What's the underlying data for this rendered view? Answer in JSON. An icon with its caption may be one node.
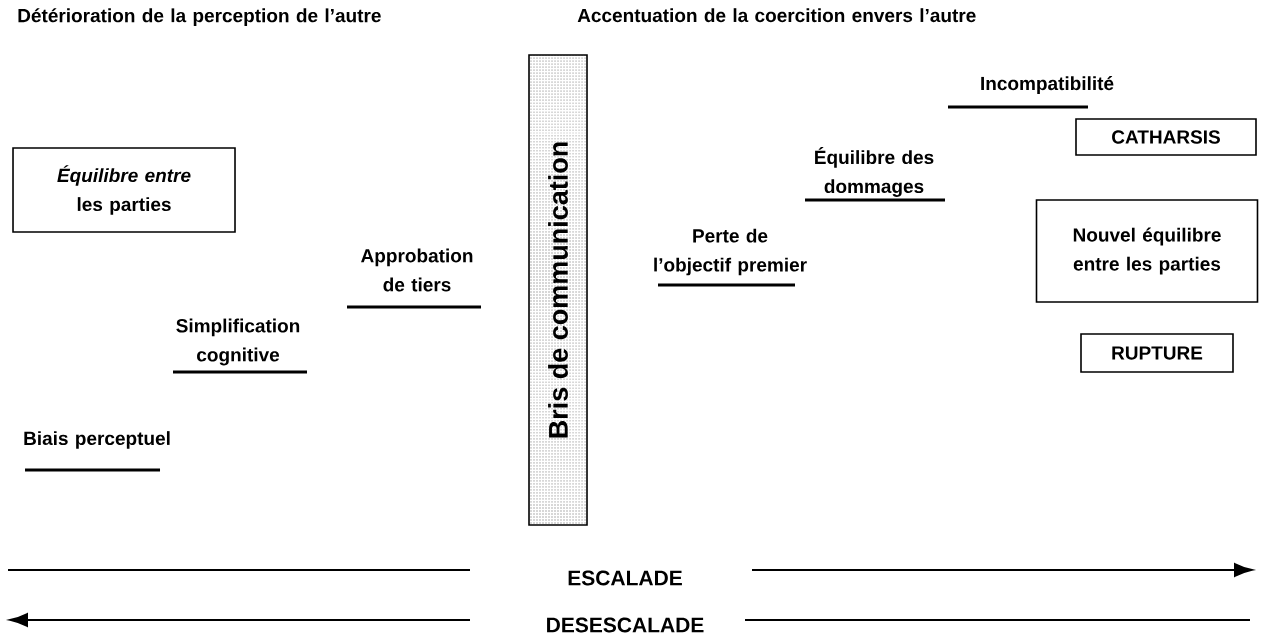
{
  "diagram": {
    "nodes": [
      {
        "text": [
          "*Équilibre entre* les parties"
        ]
      },
      {
        "text": [
          "Bris de communication"
        ]
      },
      {
        "text": [
          "CATHARSIS"
        ]
      },
      {
        "text": [
          "Nouvel équilibre entre les parties"
        ]
      },
      {
        "text": [
          "RUPTURE"
        ]
      }
    ],
    "labels": [
      "Détérioration de la perception de l’autre",
      "Accentuation de la coercition envers l’autre",
      "Incompatibilité",
      "Équilibre des dommages",
      "Perte de l’objectif premier",
      "Approbation de tiers",
      "Simplification cognitive",
      "Biais perceptuel",
      "ESCALADE",
      "DESESCALADE"
    ]
  }
}
